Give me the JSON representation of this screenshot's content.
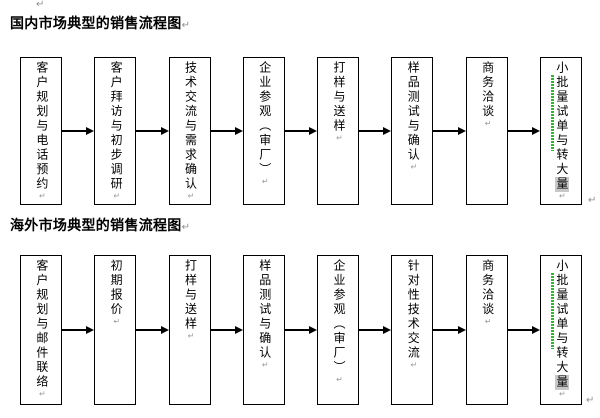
{
  "document": {
    "top_paragraph_mark": "↵",
    "line_end_mark": "↵",
    "row_end_mark": "↵"
  },
  "flows": {
    "domestic": {
      "title": "国内市场典型的销售流程图",
      "steps": [
        {
          "label": "客户规划与电话预约"
        },
        {
          "label": "客户拜访与初步调研"
        },
        {
          "label": "技术交流与需求确认"
        },
        {
          "label": "企业参观（审厂）"
        },
        {
          "label": "打样与送样"
        },
        {
          "label": "样品测试与确认"
        },
        {
          "label": "商务洽谈"
        },
        {
          "label": "小批量试单与转大量",
          "spellcheck_underline": true,
          "shade_last_char": true
        }
      ]
    },
    "overseas": {
      "title": "海外市场典型的销售流程图",
      "steps": [
        {
          "label": "客户规划与邮件联络"
        },
        {
          "label": "初期报价"
        },
        {
          "label": "打样与送样"
        },
        {
          "label": "样品测试与确认"
        },
        {
          "label": "企业参观（审厂）"
        },
        {
          "label": "针对性技术交流"
        },
        {
          "label": "商务洽谈"
        },
        {
          "label": "小批量试单与转大量",
          "spellcheck_underline": true,
          "shade_last_char": true
        }
      ]
    }
  },
  "colors": {
    "box_border": "#000000",
    "spellcheck_green": "#2db82d",
    "last_char_shading": "#c8c8c8",
    "paragraph_mark_gray": "#8f8f8f"
  }
}
